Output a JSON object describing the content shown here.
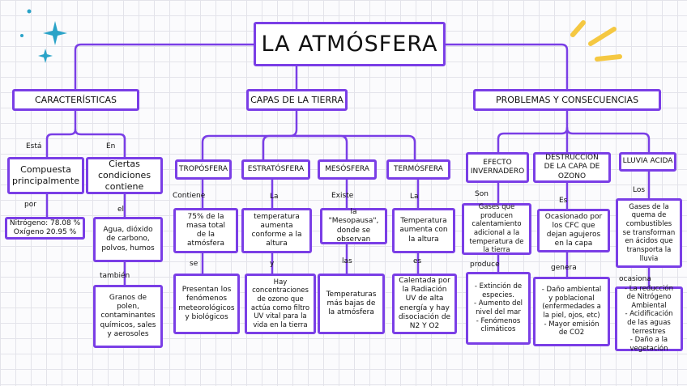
{
  "title": "LA ATMÓSFERA",
  "sections": {
    "caracteristicas": {
      "header": "CARACTERÍSTICAS",
      "label_left": "Está",
      "label_right": "En",
      "compuesta": "Compuesta principalmente",
      "por": "por",
      "gases": "Nitrógeno: 78.08 %\nOxígeno 20.95 %",
      "ciertas": "Ciertas condiciones contiene",
      "el": "el",
      "agua": "Agua, dióxido de carbono, polvos, humos",
      "tambien": "también",
      "granos": "Granos de polen, contaminantes químicos, sales y aerosoles"
    },
    "capas": {
      "header": "CAPAS DE LA TIERRA",
      "troposfera": {
        "name": "TROPÓSFERA",
        "label1": "Contiene",
        "box1": "75% de la masa total de la atmósfera",
        "label2": "se",
        "box2": "Presentan los fenómenos meteorológicos y biológicos"
      },
      "estratosfera": {
        "name": "ESTRATÓSFERA",
        "label1": "La",
        "box1": "temperatura aumenta conforme a la altura",
        "label2": "y",
        "box2": "Hay concentraciones de ozono que actúa como filtro UV vital para la vida en la tierra"
      },
      "mesosfera": {
        "name": "MESÓSFERA",
        "label1": "Existe",
        "box1": "la \"Mesopausa\", donde se observan",
        "label2": "las",
        "box2": "Temperaturas más bajas de la atmósfera"
      },
      "termosfera": {
        "name": "TERMÓSFERA",
        "label1": "La",
        "box1": "Temperatura aumenta con la altura",
        "label2": "es",
        "box2": "Calentada por la Radiación UV de alta energía y hay disociación de N2 Y O2"
      }
    },
    "problemas": {
      "header": "PROBLEMAS Y CONSECUENCIAS",
      "efecto": {
        "name": "EFECTO INVERNADERO",
        "label1": "Son",
        "box1": "Gases que producen calentamiento adicional a la temperatura de la tierra",
        "label2": "produce",
        "box2": "- Extinción de especies.\n- Aumento del nivel del mar\n- Fenómenos climáticos"
      },
      "ozono": {
        "name": "DESTRUCCION DE LA CAPA DE OZONO",
        "label1": "Es",
        "box1": "Ocasionado por los CFC que dejan agujeros en la capa",
        "label2": "genera",
        "box2": "- Daño ambiental y poblacional (enfermedades a la piel, ojos, etc)\n- Mayor emisión de CO2"
      },
      "lluvia": {
        "name": "LLUVIA ACIDA",
        "label1": "Los",
        "box1": "Gases de la quema de combustibles se transforman en ácidos que transporta la lluvia",
        "label2": "ocasiona",
        "box2": "- La reducción de Nitrógeno Ambiental\n- Acidificación de las aguas terrestres\n- Daño a la vegetación"
      }
    }
  },
  "colors": {
    "border": "#7a3ee6",
    "sparkle": "#2aa3c8",
    "accent": "#f5c842"
  }
}
